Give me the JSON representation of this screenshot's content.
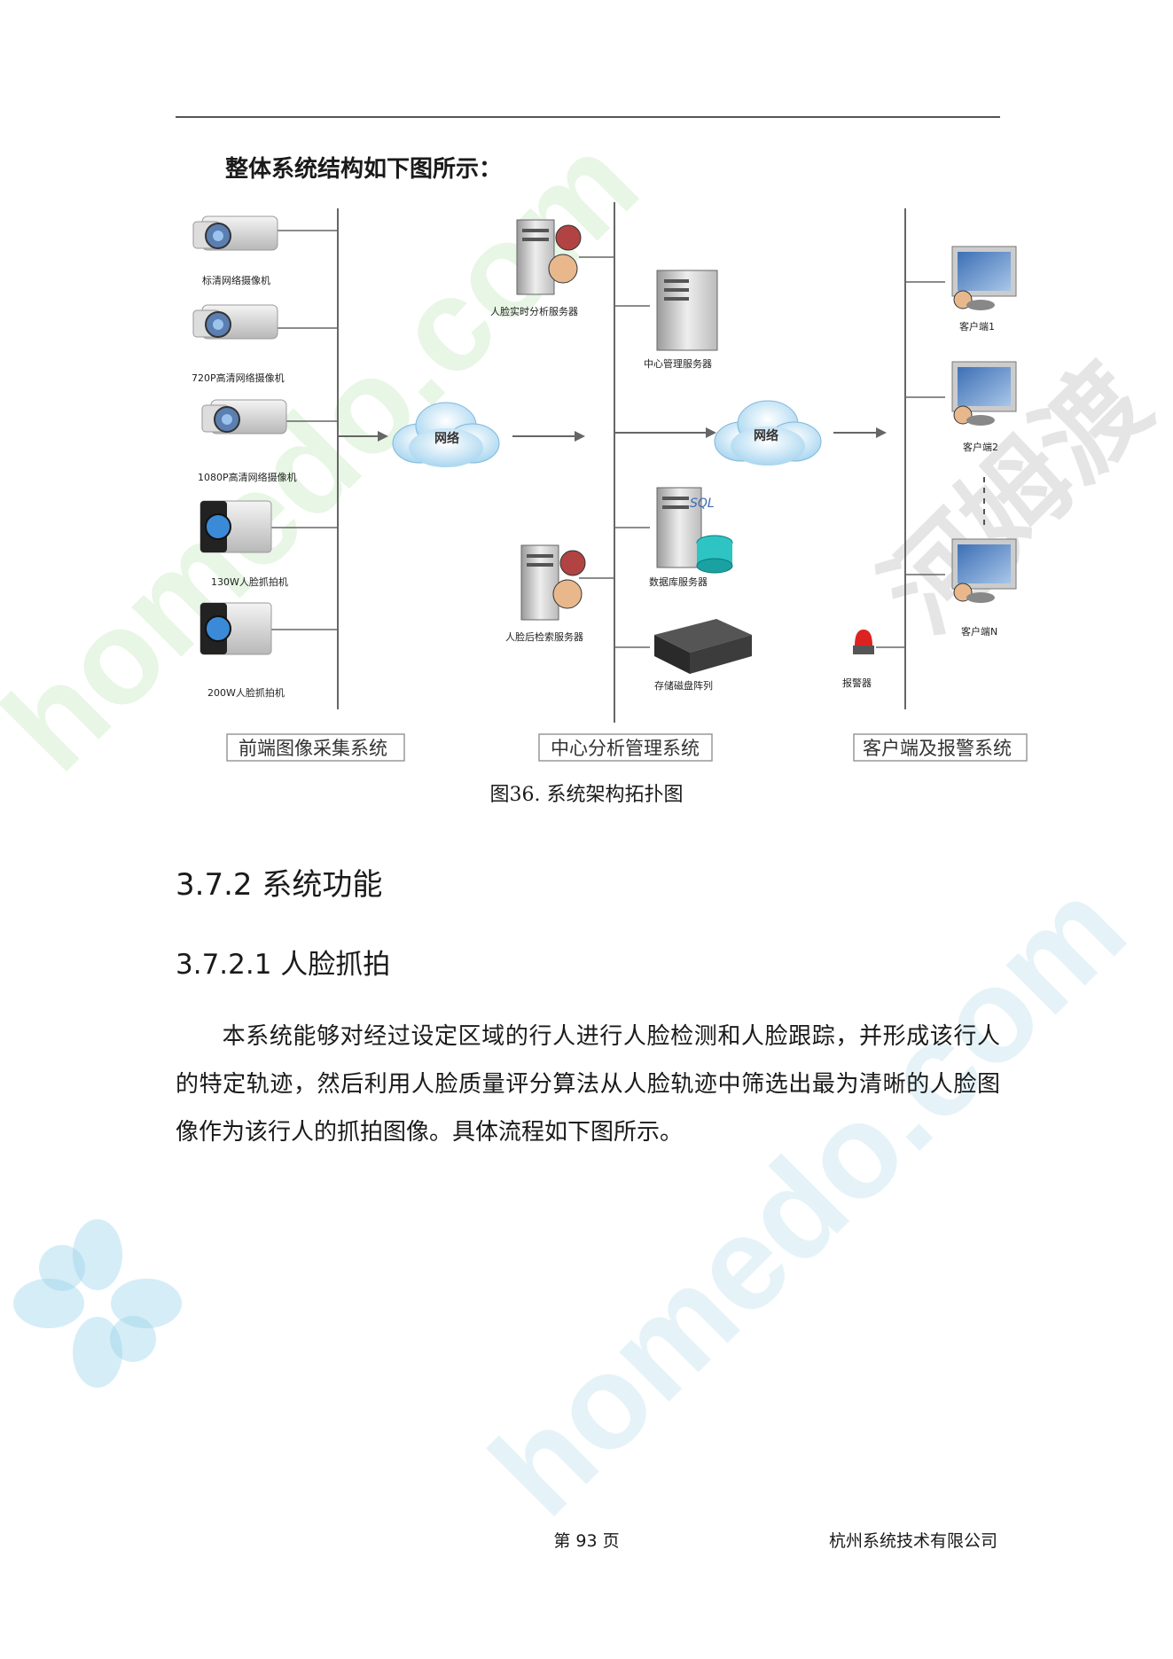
{
  "intro": "整体系统结构如下图所示：",
  "diagram": {
    "cameras": [
      "标清网络摄像机",
      "720P高清网络摄像机",
      "1080P高清网络摄像机",
      "130W人脸抓拍机",
      "200W人脸抓拍机"
    ],
    "cloud_left": "网络",
    "cloud_right": "网络",
    "servers": {
      "analysis": "人脸实时分析服务器",
      "management": "中心管理服务器",
      "database": "数据库服务器",
      "database_tag": "SQL",
      "search": "人脸后检索服务器",
      "storage": "存储磁盘阵列"
    },
    "clients": [
      "客户端1",
      "客户端2",
      "客户端N"
    ],
    "alarm": "报警器",
    "boxes": [
      "前端图像采集系统",
      "中心分析管理系统",
      "客户端及报警系统"
    ]
  },
  "caption": "图36.  系统架构拓扑图",
  "heading_3": "3.7.2  系统功能",
  "heading_4": "3.7.2.1  人脸抓拍",
  "paragraph": "本系统能够对经过设定区域的行人进行人脸检测和人脸跟踪，并形成该行人的特定轨迹，然后利用人脸质量评分算法从人脸轨迹中筛选出最为清晰的人脸图像作为该行人的抓拍图像。具体流程如下图所示。",
  "footer": {
    "page": "第 93 页",
    "company": "杭州系统技术有限公司"
  },
  "watermark": {
    "text_1": "homedo.com",
    "text_2": "homedo.com",
    "text_3": "河姆渡"
  }
}
